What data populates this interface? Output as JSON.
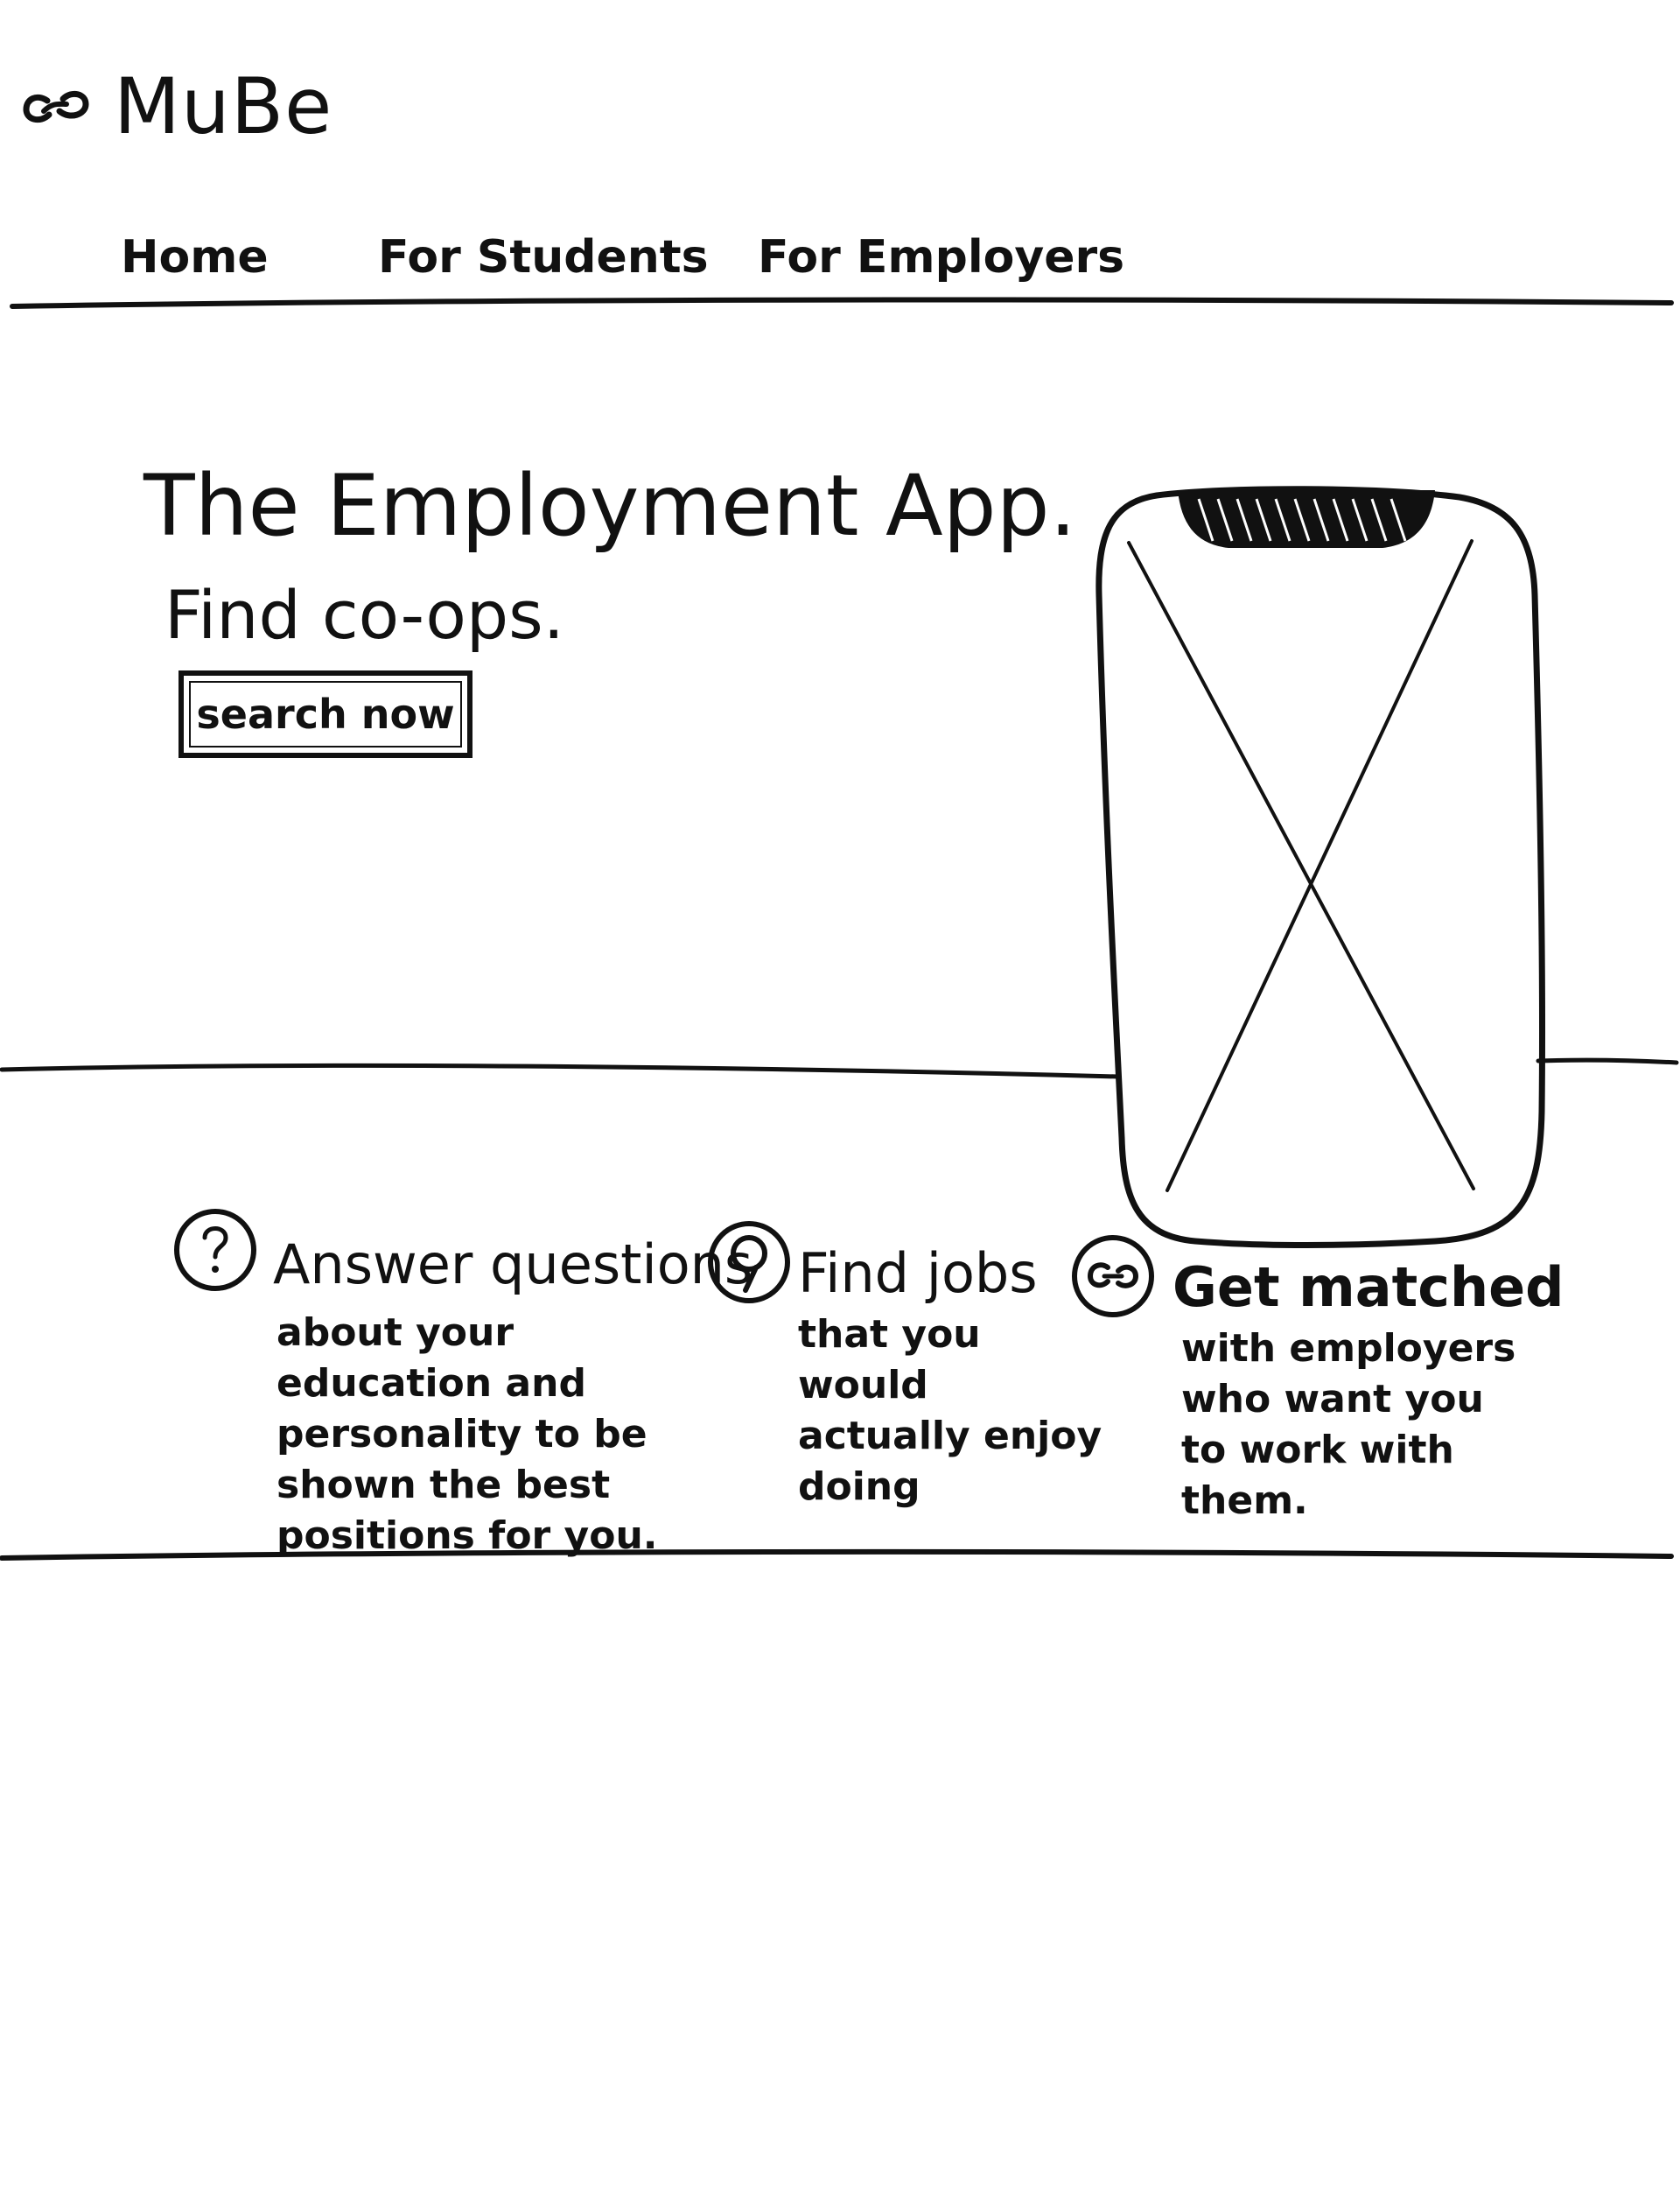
{
  "header": {
    "brand_name": "MuBe",
    "logo_icon": "chain-link-icon",
    "nav": [
      {
        "label": "Home"
      },
      {
        "label": "For Students"
      },
      {
        "label": "For Employers"
      }
    ]
  },
  "hero": {
    "title": "The Employment App.",
    "subtitle": "Find co-ops.",
    "cta_label": "search now",
    "image_icon": "image-placeholder-icon"
  },
  "features": [
    {
      "icon": "question-mark-icon",
      "title": "Answer questions",
      "description": "about your education and personality to be shown the best positions for you."
    },
    {
      "icon": "search-icon",
      "title": "Find jobs",
      "description": "that you would actually enjoy doing"
    },
    {
      "icon": "chain-link-icon",
      "title": "Get matched",
      "description": "with employers who want you to work with them."
    }
  ],
  "colors": {
    "ink": "#111111",
    "paper": "#ffffff"
  }
}
